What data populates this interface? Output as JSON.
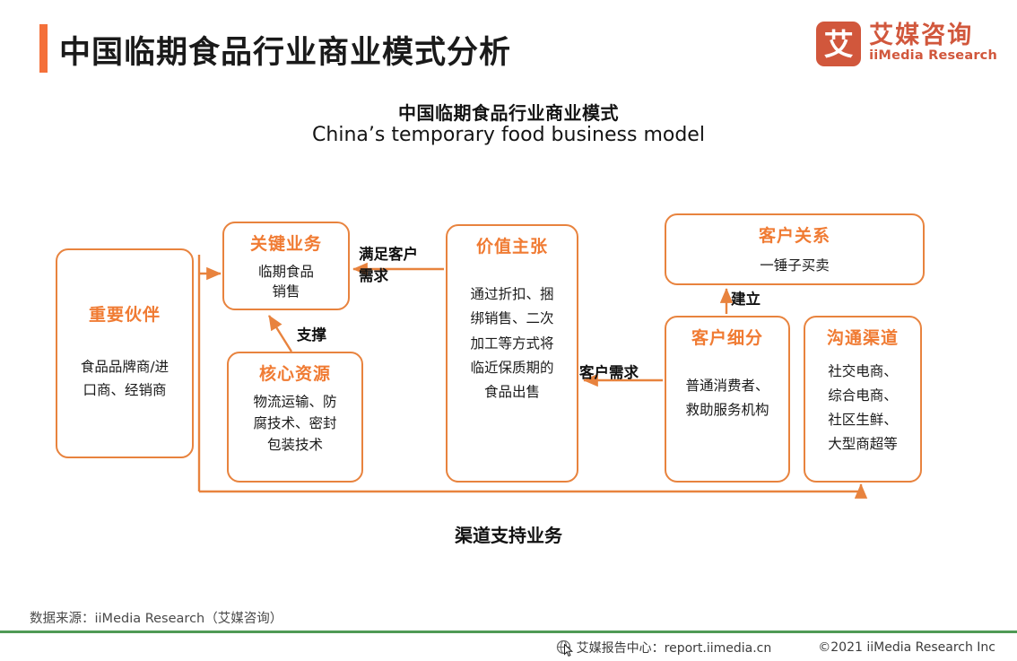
{
  "header": {
    "title": "中国临期食品行业商业模式分析",
    "accent_color": "#F4703A",
    "logo": {
      "mark_char": "艾",
      "name_cn": "艾媒咨询",
      "name_en": "iiMedia Research",
      "color": "#D1573C"
    }
  },
  "subtitle": {
    "cn": "中国临期食品行业商业模式",
    "en": "China’s temporary food business model"
  },
  "diagram": {
    "accent_color": "#E8833E",
    "title_color": "#F07B33",
    "nodes": [
      {
        "id": "partners",
        "title": "重要伙伴",
        "body": "食品品牌商/进\n口商、经销商"
      },
      {
        "id": "key_activities",
        "title": "关键业务",
        "body": "临期食品\n销售"
      },
      {
        "id": "core_resources",
        "title": "核心资源",
        "body": "物流运输、防\n腐技术、密封\n包装技术"
      },
      {
        "id": "value_prop",
        "title": "价值主张",
        "body": "通过折扣、捆\n绑销售、二次\n加工等方式将\n临近保质期的\n食品出售"
      },
      {
        "id": "customer_rel",
        "title": "客户关系",
        "body": "一锤子买卖"
      },
      {
        "id": "customer_seg",
        "title": "客户细分",
        "body": "普通消费者、\n救助服务机构"
      },
      {
        "id": "channels",
        "title": "沟通渠道",
        "body": "社交电商、\n综合电商、\n社区生鲜、\n大型商超等"
      }
    ],
    "edge_labels": {
      "meet_demand": "满足客户\n需求",
      "support": "支撑",
      "establish": "建立",
      "customer_demand": "客户需求",
      "channel_support": "渠道支持业务"
    }
  },
  "footer": {
    "source": "数据来源：iiMedia Research（艾媒咨询）",
    "report_center": "艾媒报告中心：report.iimedia.cn",
    "copyright": "©2021  iiMedia Research  Inc",
    "rule_color": "#4F9A55"
  }
}
